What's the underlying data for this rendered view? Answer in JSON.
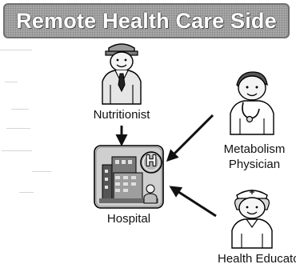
{
  "banner": {
    "title": "Remote Health Care Side"
  },
  "nodes": {
    "nutritionist": {
      "label": "Nutritionist"
    },
    "metabolism_physician": {
      "label_line1": "Metabolism",
      "label_line2": "Physician"
    },
    "hospital": {
      "label": "Hospital",
      "badge": "H"
    },
    "health_educator": {
      "label": "Health Educato"
    }
  },
  "colors": {
    "banner_fill": "#a8a8a8",
    "banner_text": "#ffffff",
    "arrow": "#111111",
    "figure_fill": "#e8e8e8"
  }
}
